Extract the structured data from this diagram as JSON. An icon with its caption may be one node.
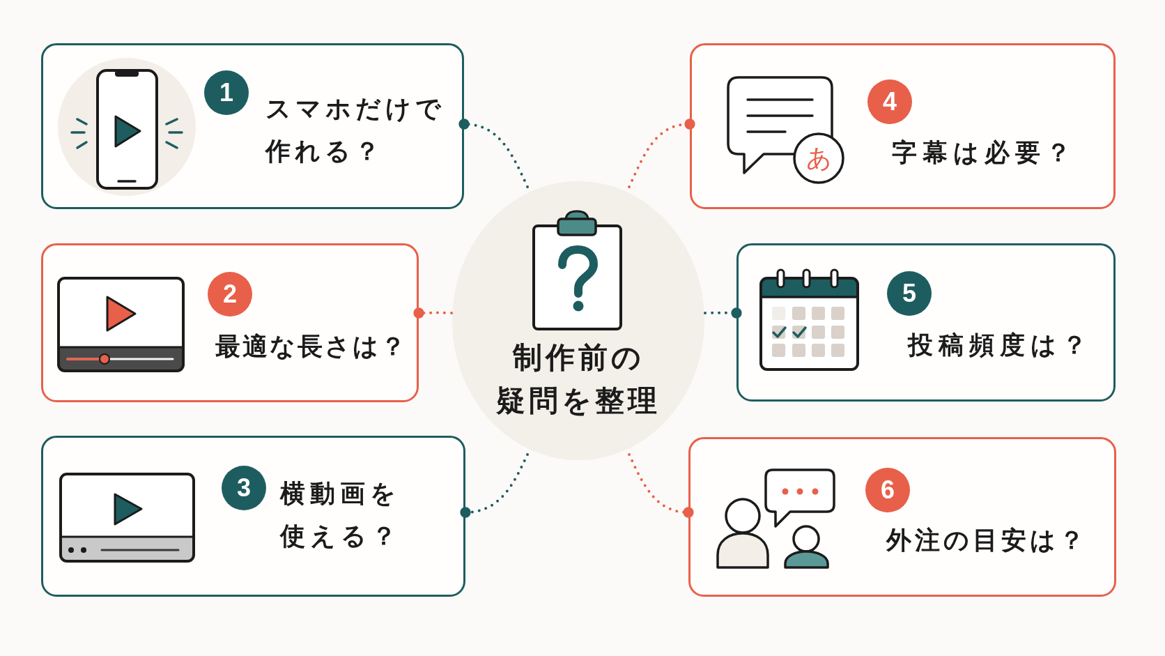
{
  "diagram": {
    "nodes": [
      {
        "text": [
          "制作前の疑問を整理"
        ]
      },
      {
        "text": [
          "スマホだけで作れる？"
        ]
      },
      {
        "text": [
          "1"
        ],
        "in": 1
      },
      {
        "text": [
          "最適な長さは？"
        ]
      },
      {
        "text": [
          "2"
        ],
        "in": 3
      },
      {
        "text": [
          "横動画を使える？"
        ]
      },
      {
        "text": [
          "3"
        ],
        "in": 5
      },
      {
        "text": [
          "字幕は必要？"
        ]
      },
      {
        "text": [
          "4"
        ],
        "in": 7
      },
      {
        "text": [
          "投稿頻度は？"
        ]
      },
      {
        "text": [
          "5"
        ],
        "in": 9
      },
      {
        "text": [
          "外注の目安は？"
        ]
      },
      {
        "text": [
          "6"
        ],
        "in": 11
      }
    ],
    "edges": [
      {
        "from": 0,
        "to": 1,
        "arrow": "other",
        "color": "#1e5d5f"
      },
      {
        "from": 0,
        "to": 3,
        "arrow": "other",
        "color": "#e8604a"
      },
      {
        "from": 0,
        "to": 5,
        "arrow": "other",
        "color": "#1e5d5f"
      },
      {
        "from": 0,
        "to": 7,
        "arrow": "other",
        "color": "#e8604a"
      },
      {
        "from": 0,
        "to": 9,
        "arrow": "other",
        "color": "#1e5d5f"
      },
      {
        "from": 0,
        "to": 11,
        "arrow": "other",
        "color": "#e8604a"
      }
    ],
    "labels": [
      "あ"
    ]
  }
}
